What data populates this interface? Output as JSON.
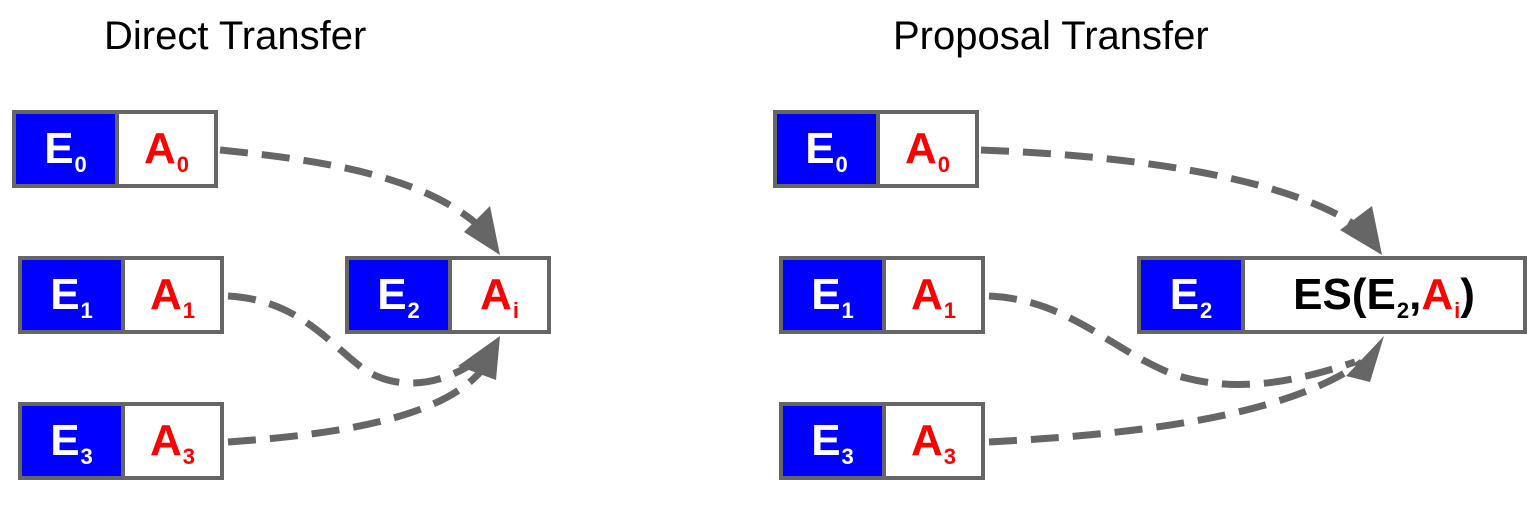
{
  "left_panel": {
    "title": "Direct Transfer",
    "rows": [
      {
        "e": "E",
        "e_sub": "0",
        "a": "A",
        "a_sub": "0"
      },
      {
        "e": "E",
        "e_sub": "1",
        "a": "A",
        "a_sub": "1"
      },
      {
        "e": "E",
        "e_sub": "3",
        "a": "A",
        "a_sub": "3"
      }
    ],
    "target": {
      "e": "E",
      "e_sub": "2",
      "a": "A",
      "a_sub": "i"
    }
  },
  "right_panel": {
    "title": "Proposal Transfer",
    "rows": [
      {
        "e": "E",
        "e_sub": "0",
        "a": "A",
        "a_sub": "0"
      },
      {
        "e": "E",
        "e_sub": "1",
        "a": "A",
        "a_sub": "1"
      },
      {
        "e": "E",
        "e_sub": "3",
        "a": "A",
        "a_sub": "3"
      }
    ],
    "target": {
      "e": "E",
      "e_sub": "2",
      "es_prefix": "ES(E",
      "es_sub": "2",
      "es_mid": ", ",
      "es_a": "A",
      "es_a_sub": "i",
      "es_suffix": ")"
    }
  },
  "colors": {
    "entity_fill": "#0000ff",
    "attribute_text": "#ff0000",
    "border": "#666666",
    "arrow": "#666666"
  }
}
